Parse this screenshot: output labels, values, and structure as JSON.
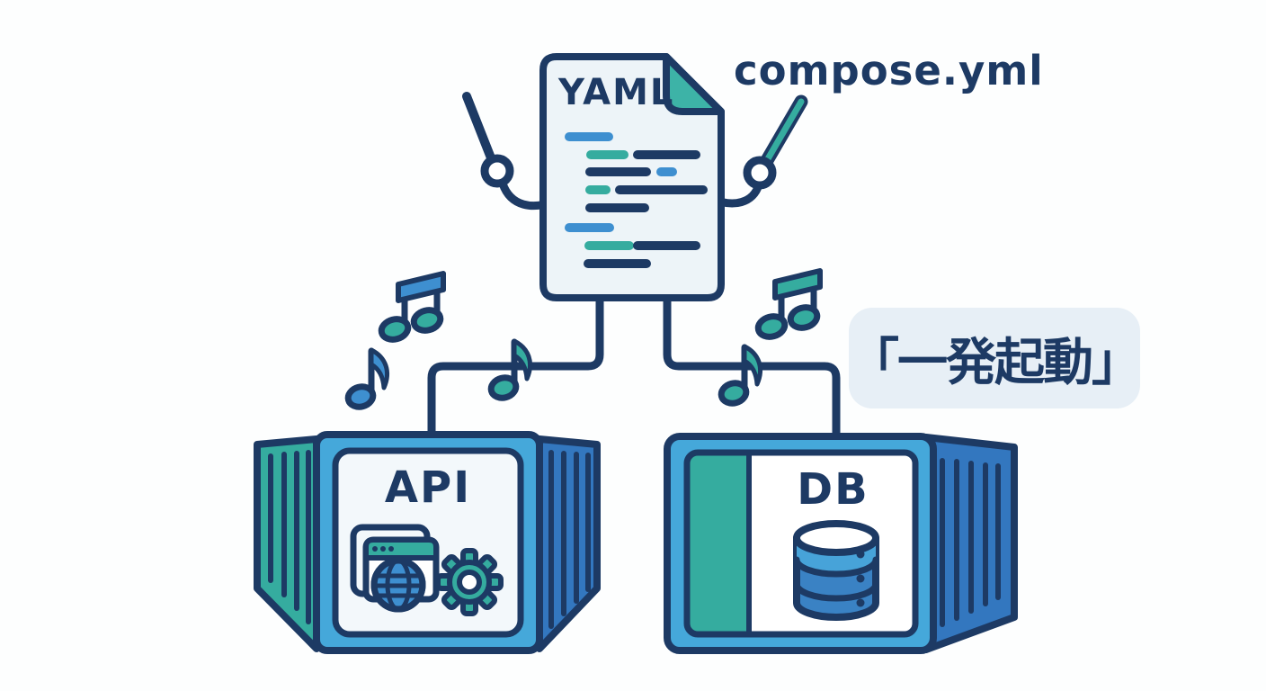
{
  "palette": {
    "navy": "#1d3a64",
    "blue": "#3e8fd0",
    "light_blue": "#45a8da",
    "side_blue": "#3377bf",
    "teal": "#35ac9f",
    "teal_bright": "#3db3a7",
    "doc_bg": "#edf4f8",
    "card_bg": "#f3f8fb",
    "badge_bg": "#e7eff6",
    "canvas_bg": "#fdfefe",
    "db_band": "#3a82c4",
    "db_band_top": "#47a3d9"
  },
  "document": {
    "title": "YAML",
    "filename": "compose.yml"
  },
  "badge": {
    "text": "「一発起動」"
  },
  "containers": {
    "api": {
      "label": "API"
    },
    "db": {
      "label": "DB"
    }
  },
  "icons": {
    "document": "yaml-document-character-icon",
    "fold": "folded-corner-icon",
    "baton_left": "conductor-baton-icon",
    "baton_right": "conductor-baton-icon",
    "notes": "music-note-icon",
    "container": "shipping-container-icon",
    "browser": "browser-window-icon",
    "globe": "globe-icon",
    "gear": "gear-icon",
    "database": "database-cylinder-icon"
  }
}
